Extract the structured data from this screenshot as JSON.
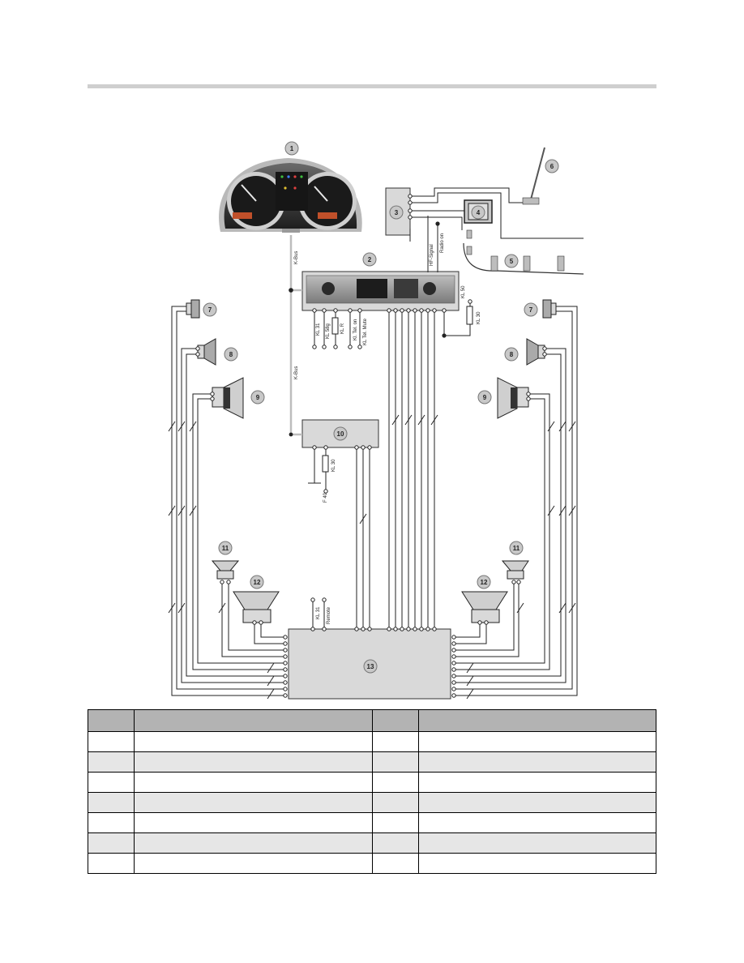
{
  "component_numbers": [
    "1",
    "2",
    "3",
    "4",
    "5",
    "6",
    "7",
    "8",
    "9",
    "10",
    "11",
    "12",
    "13"
  ],
  "wire_labels": {
    "kbus_top": "K-Bus",
    "kbus_mid": "K-Bus",
    "hf_signal": "HF-Signal",
    "radio_on": "Radio on",
    "kl50": "KL 50",
    "kl30_right": "KL 30",
    "kl31": "KL 31",
    "kl58g": "KL 58g",
    "klr": "KL R",
    "kl_tel_on": "Kl. Tel. on",
    "kl_tel_mute": "KL Tel. Mute",
    "kl30_mid": "KL 30",
    "f40": "F 40",
    "kl31_bottom": "KL 31",
    "remote": "Remote"
  },
  "legend_table": {
    "headers": [
      "",
      "",
      "",
      ""
    ],
    "rows": [
      [
        "",
        "",
        "",
        ""
      ],
      [
        "",
        "",
        "",
        ""
      ],
      [
        "",
        "",
        "",
        ""
      ],
      [
        "",
        "",
        "",
        ""
      ],
      [
        "",
        "",
        "",
        ""
      ],
      [
        "",
        "",
        "",
        ""
      ],
      [
        "",
        "",
        "",
        ""
      ]
    ]
  },
  "colors": {
    "module_fill": "#d9d9d9",
    "badge_fill": "#c8c8c8",
    "kbus_wire": "#bdbdbd",
    "header_row": "#b3b3b3",
    "alt_row": "#e6e6e6",
    "rule": "#cfcfcf"
  }
}
